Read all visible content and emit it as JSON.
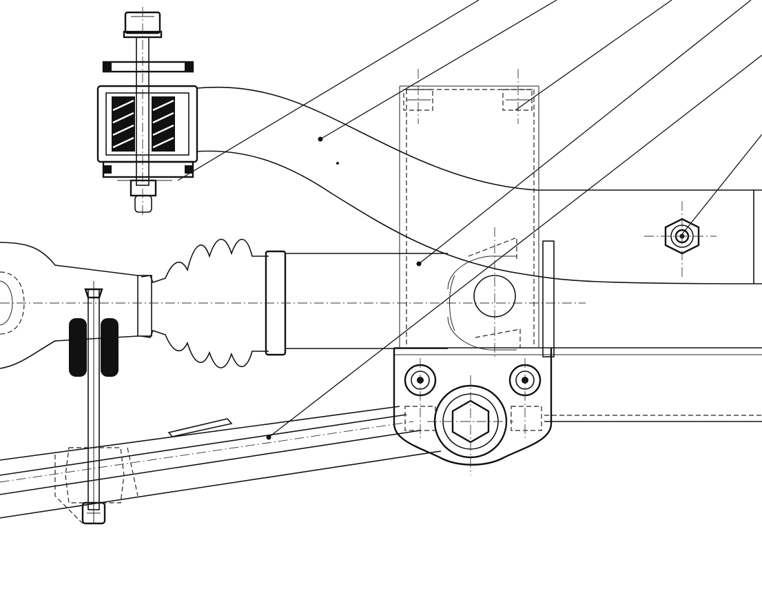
{
  "drawing": {
    "background": "#ffffff",
    "ink": "#111111",
    "components": [
      "bushing-bolt-section",
      "control-arm",
      "bracket",
      "drive-shaft-boot",
      "stabilizer-link",
      "stabilizer-bar",
      "crossmember",
      "nut-fitting"
    ]
  }
}
